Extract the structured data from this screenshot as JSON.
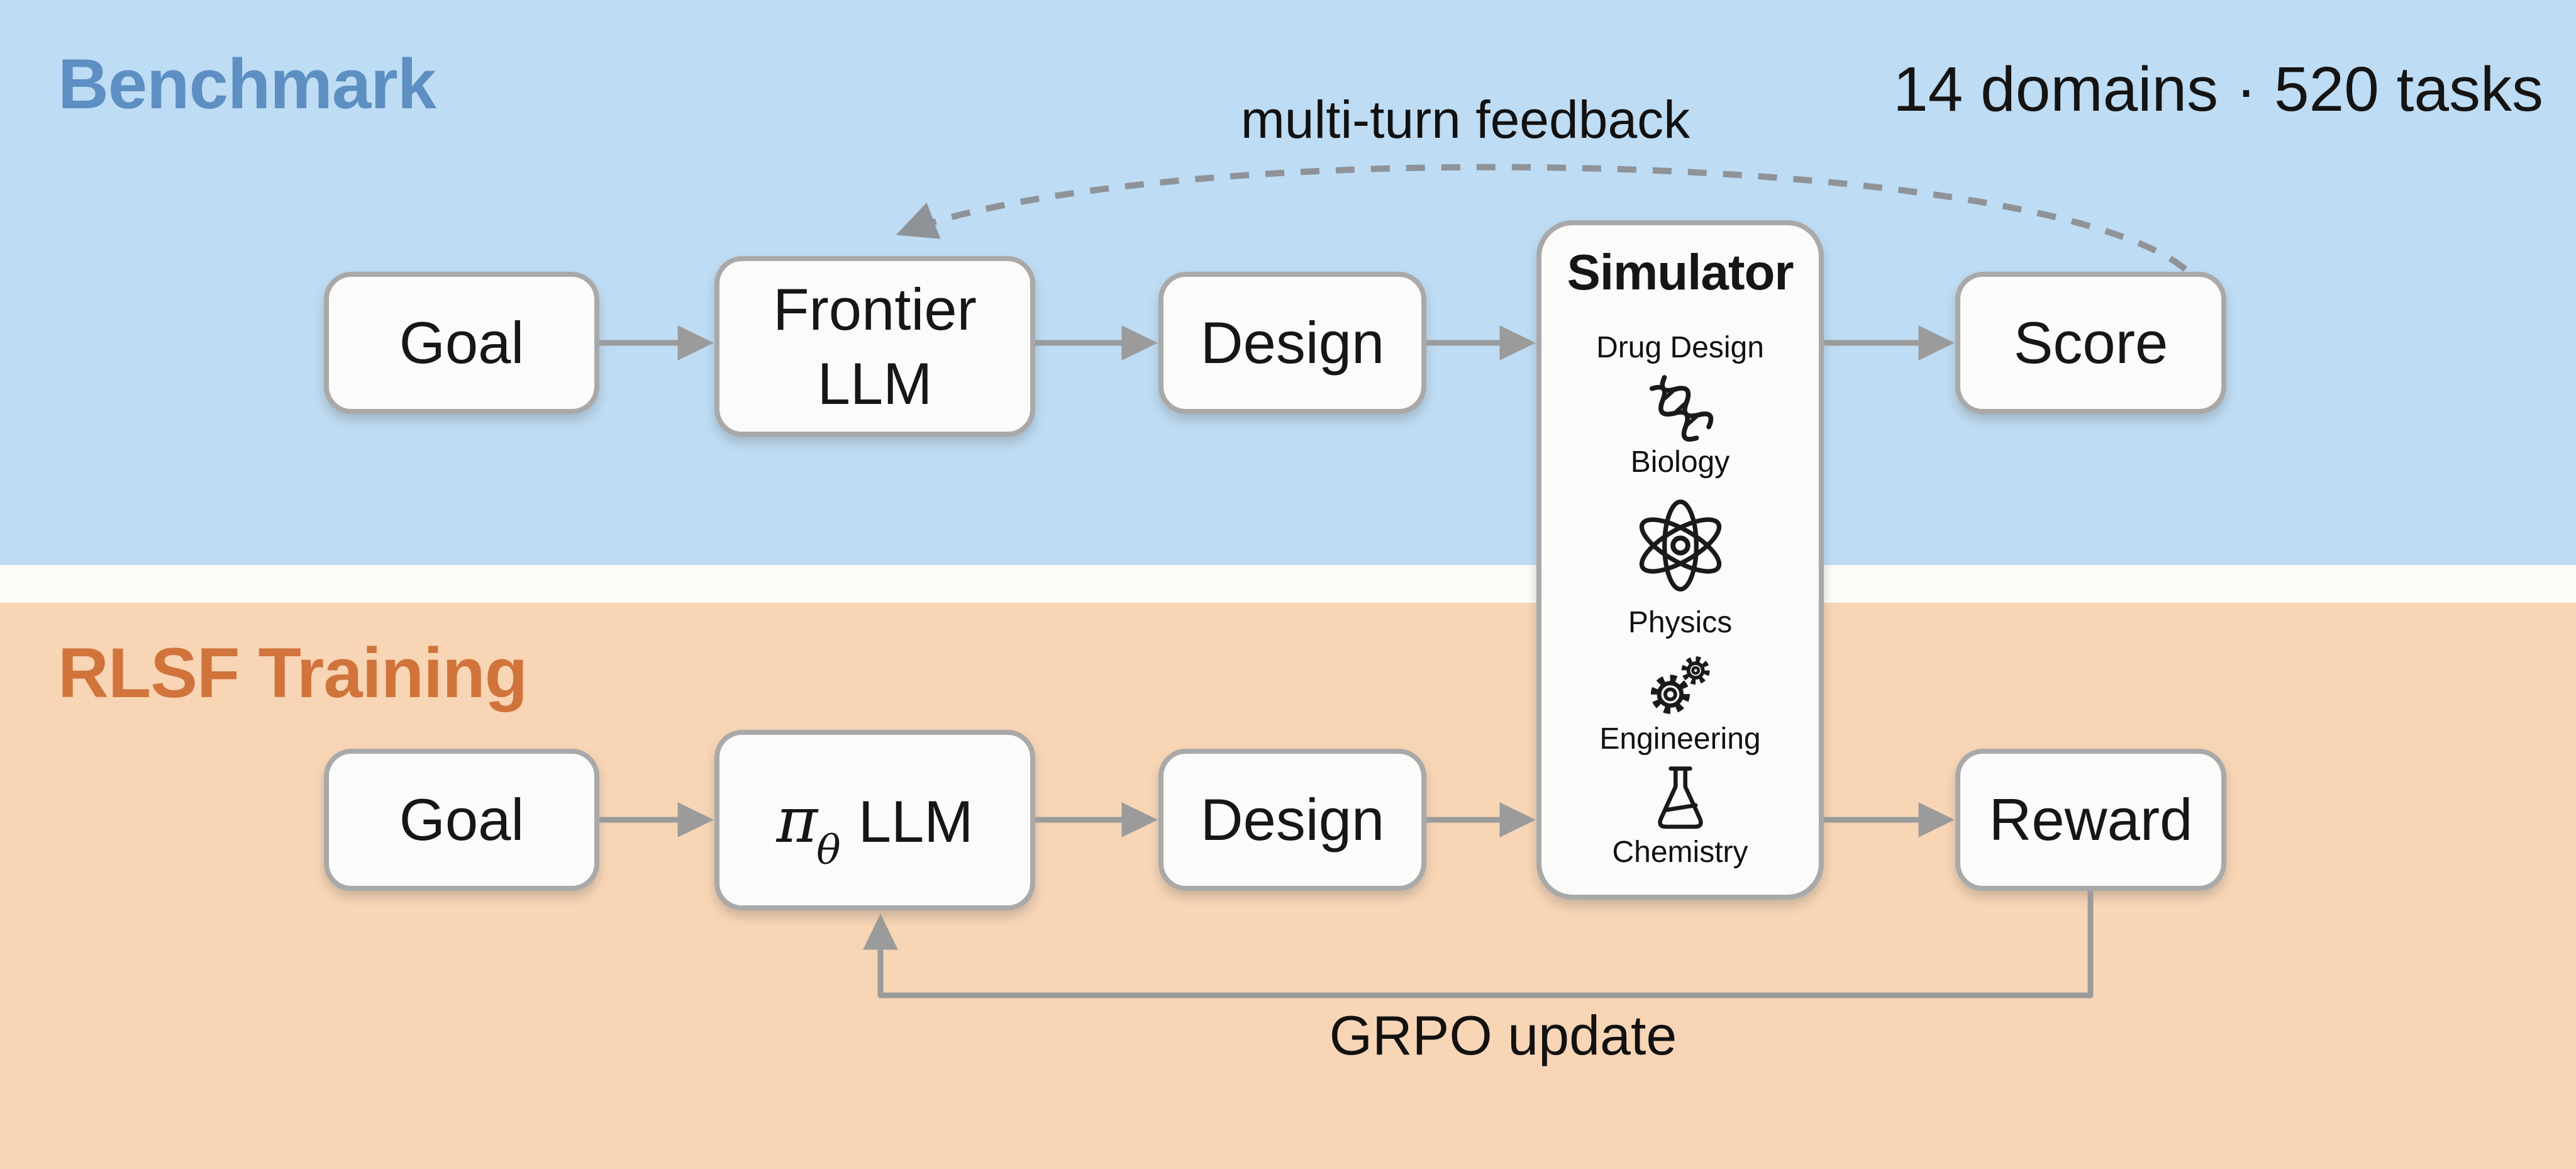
{
  "benchmark": {
    "title": "Benchmark",
    "stats": "14 domains · 520 tasks",
    "feedback_arrow_label": "multi-turn feedback",
    "goal_label": "Goal",
    "llm_line1": "Frontier",
    "llm_line2": "LLM",
    "design_label": "Design",
    "score_label": "Score"
  },
  "training": {
    "title": "RLSF Training",
    "update_arrow_label": "GRPO update",
    "goal_label": "Goal",
    "pi_symbol": "π",
    "theta_symbol": "θ",
    "llm_label": "LLM",
    "design_label": "Design",
    "reward_label": "Reward"
  },
  "simulator": {
    "title": "Simulator",
    "domains": [
      "Drug Design",
      "Biology",
      "Physics",
      "Engineering",
      "Chemistry"
    ],
    "icon_names": [
      "dna-icon",
      "atom-icon",
      "gears-icon",
      "flask-icon"
    ]
  },
  "colors": {
    "benchmark_band": "#bedcf3",
    "training_band": "#f8d5b5",
    "gap_band": "#fcfcf6",
    "benchmark_title": "#5d8fc3",
    "training_title": "#d0743c",
    "box_fill": "#fbfbf9",
    "box_border": "#a9a9a9",
    "arrow": "#9b9b9b",
    "dashed_arrow": "#8f9398",
    "text": "#161616"
  }
}
